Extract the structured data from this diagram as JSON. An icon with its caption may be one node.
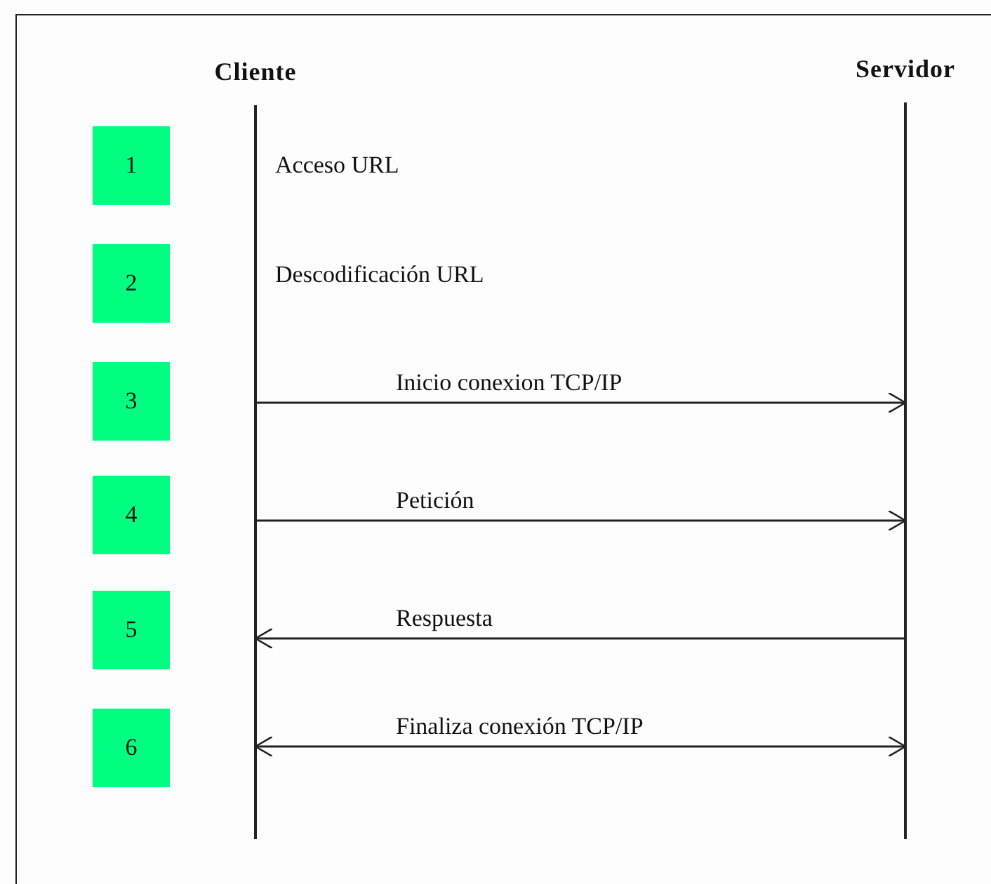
{
  "diagram": {
    "nodes": [
      {
        "text": [
          "Cliente"
        ]
      },
      {
        "text": [
          "Servidor"
        ]
      },
      {
        "text": [
          "1"
        ]
      },
      {
        "text": [
          "2"
        ]
      },
      {
        "text": [
          "3"
        ]
      },
      {
        "text": [
          "4"
        ]
      },
      {
        "text": [
          "5"
        ]
      },
      {
        "text": [
          "6"
        ]
      }
    ],
    "edges": [
      {
        "from": 0,
        "to": 1,
        "arrow": "to",
        "label": "Inicio conexion TCP/IP"
      },
      {
        "from": 0,
        "to": 1,
        "arrow": "to",
        "label": "Petición"
      },
      {
        "from": 1,
        "to": 0,
        "arrow": "to",
        "label": "Respuesta"
      },
      {
        "from": 0,
        "to": 1,
        "arrow": "both",
        "label": "Finaliza conexión TCP/IP"
      }
    ],
    "labels": [
      "Acceso URL",
      "Descodificación URL"
    ]
  }
}
